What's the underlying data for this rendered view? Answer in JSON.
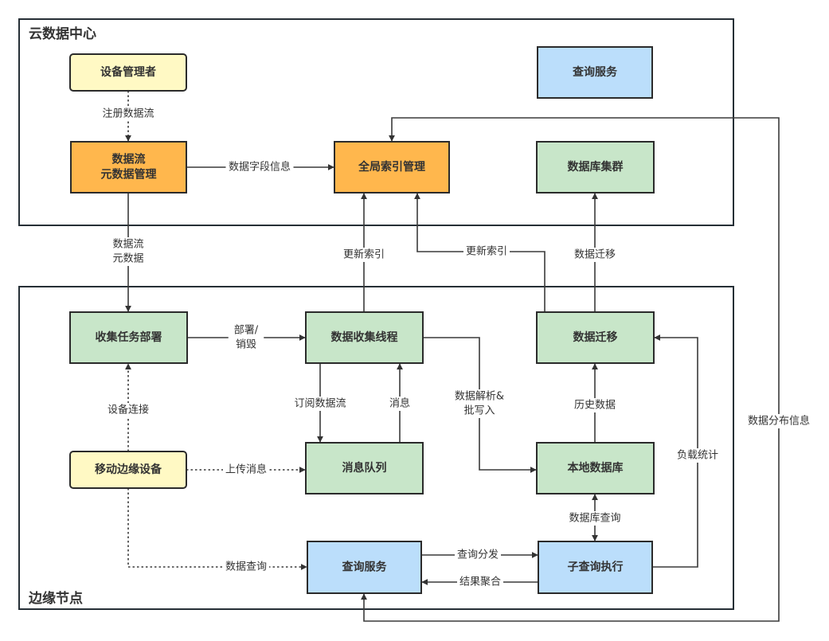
{
  "containers": {
    "cloud": {
      "label": "云数据中心"
    },
    "edge": {
      "label": "边缘节点"
    }
  },
  "colors": {
    "yellow": "#fff9c4",
    "orange": "#ffb74d",
    "green": "#c8e6c9",
    "blue": "#bbdefb",
    "stroke": "#2b2b2b"
  },
  "nodes": {
    "device_manager": {
      "label": [
        "设备管理者"
      ],
      "color": "yellow"
    },
    "stream_meta_mgmt": {
      "label": [
        "数据流",
        "元数据管理"
      ],
      "color": "orange"
    },
    "global_index": {
      "label": [
        "全局索引管理"
      ],
      "color": "orange"
    },
    "cloud_query_service": {
      "label": [
        "查询服务"
      ],
      "color": "blue"
    },
    "db_cluster": {
      "label": [
        "数据库集群"
      ],
      "color": "green"
    },
    "task_deploy": {
      "label": [
        "收集任务部署"
      ],
      "color": "green"
    },
    "collect_thread": {
      "label": [
        "数据收集线程"
      ],
      "color": "green"
    },
    "data_migration": {
      "label": [
        "数据迁移"
      ],
      "color": "green"
    },
    "mobile_device": {
      "label": [
        "移动边缘设备"
      ],
      "color": "yellow"
    },
    "message_queue": {
      "label": [
        "消息队列"
      ],
      "color": "green"
    },
    "local_db": {
      "label": [
        "本地数据库"
      ],
      "color": "green"
    },
    "edge_query_service": {
      "label": [
        "查询服务"
      ],
      "color": "blue"
    },
    "subquery_exec": {
      "label": [
        "子查询执行"
      ],
      "color": "blue"
    }
  },
  "edges": {
    "register_stream": {
      "label": [
        "注册数据流"
      ],
      "style": "dotted"
    },
    "field_info": {
      "label": [
        "数据字段信息"
      ],
      "style": "solid"
    },
    "stream_metadata": {
      "label": [
        "数据流",
        "元数据"
      ],
      "style": "solid"
    },
    "update_index_1": {
      "label": [
        "更新索引"
      ],
      "style": "solid"
    },
    "update_index_2": {
      "label": [
        "更新索引"
      ],
      "style": "solid"
    },
    "migrate_to_cluster": {
      "label": [
        "数据迁移"
      ],
      "style": "solid"
    },
    "deploy_destroy": {
      "label": [
        "部署/",
        "销毁"
      ],
      "style": "solid"
    },
    "device_connect": {
      "label": [
        "设备连接"
      ],
      "style": "dotted"
    },
    "subscribe_stream": {
      "label": [
        "订阅数据流"
      ],
      "style": "solid"
    },
    "message": {
      "label": [
        "消息"
      ],
      "style": "solid"
    },
    "parse_batch_write": {
      "label": [
        "数据解析&",
        "批写入"
      ],
      "style": "solid"
    },
    "history_data": {
      "label": [
        "历史数据"
      ],
      "style": "solid"
    },
    "upload_message": {
      "label": [
        "上传消息"
      ],
      "style": "dotted"
    },
    "data_query": {
      "label": [
        "数据查询"
      ],
      "style": "dotted"
    },
    "load_stats": {
      "label": [
        "负载统计"
      ],
      "style": "solid"
    },
    "db_query": {
      "label": [
        "数据库查询"
      ],
      "style": "solid"
    },
    "query_dispatch": {
      "label": [
        "查询分发"
      ],
      "style": "solid"
    },
    "result_aggregate": {
      "label": [
        "结果聚合"
      ],
      "style": "solid"
    },
    "distribution_info": {
      "label": [
        "数据分布信息"
      ],
      "style": "solid"
    }
  }
}
